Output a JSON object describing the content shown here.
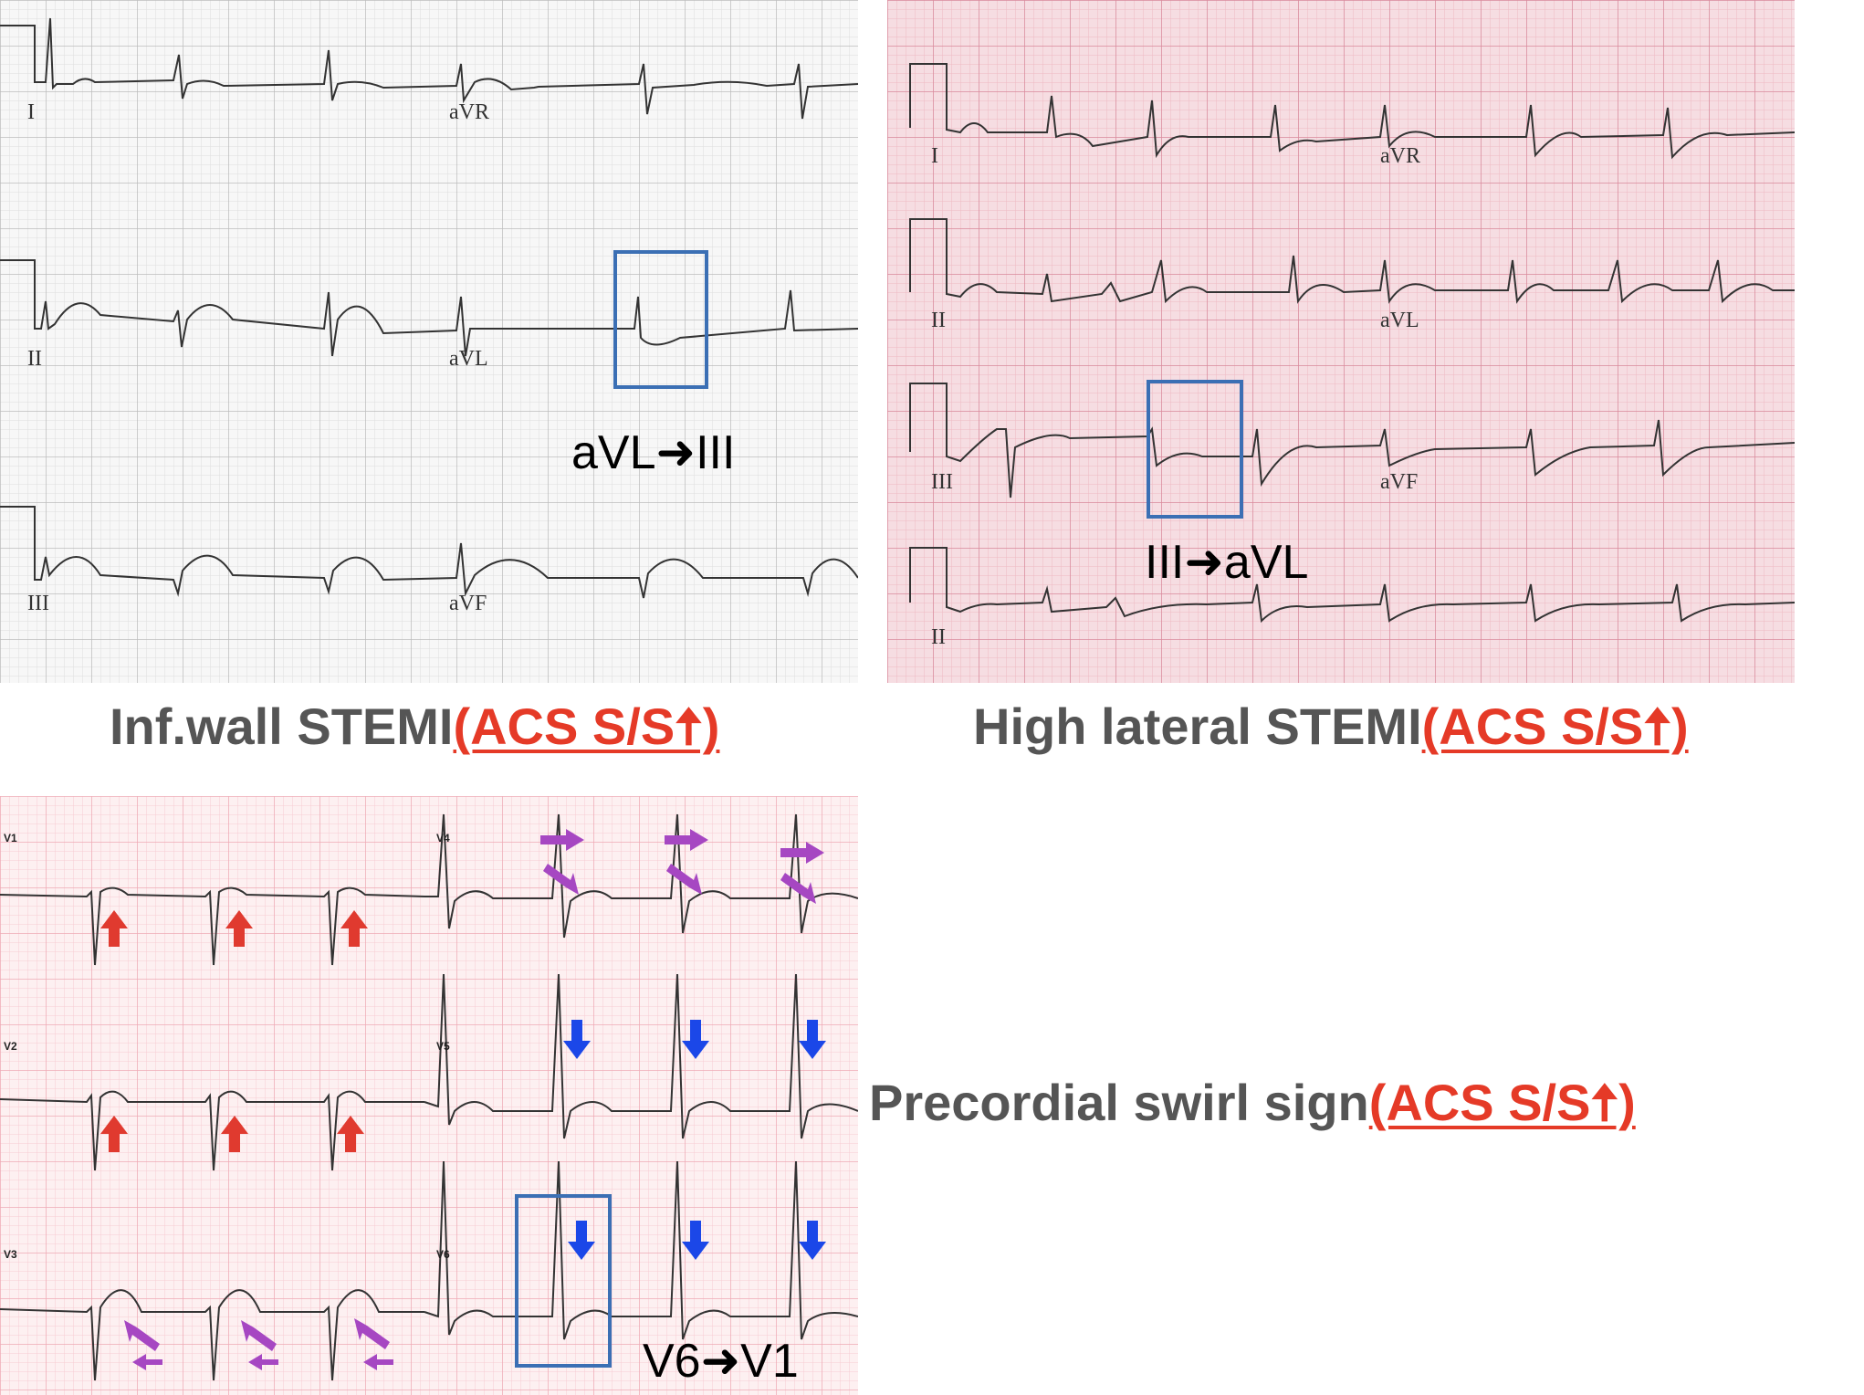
{
  "colors": {
    "caption_gray": "#555555",
    "acs_red": "#e53a27",
    "box_blue": "#3b6fb4",
    "arrow_red": "#e03a2f",
    "arrow_blue": "#1b47e8",
    "arrow_purple": "#a647c2",
    "grid_gray": "#cfcfcf",
    "grid_pink": "#e8a8b4"
  },
  "panels": {
    "inferior": {
      "leads": [
        "I",
        "aVR",
        "II",
        "aVL",
        "III",
        "aVF"
      ],
      "highlight_label": "aVL➜III",
      "caption_main": "Inf.wall STEMI",
      "caption_acs": "(ACS S/S🠅)"
    },
    "high_lateral": {
      "leads": [
        "I",
        "aVR",
        "II",
        "aVL",
        "III",
        "aVF",
        "II"
      ],
      "highlight_label": "III➜aVL",
      "caption_main": "High lateral STEMI",
      "caption_acs": "(ACS S/S🠅)"
    },
    "precordial": {
      "leads": [
        "V1",
        "V4",
        "V2",
        "V5",
        "V3",
        "V6"
      ],
      "highlight_label": "V6➜V1",
      "caption_main": "Precordial swirl sign",
      "caption_acs": "(ACS S/S🠅)"
    }
  }
}
